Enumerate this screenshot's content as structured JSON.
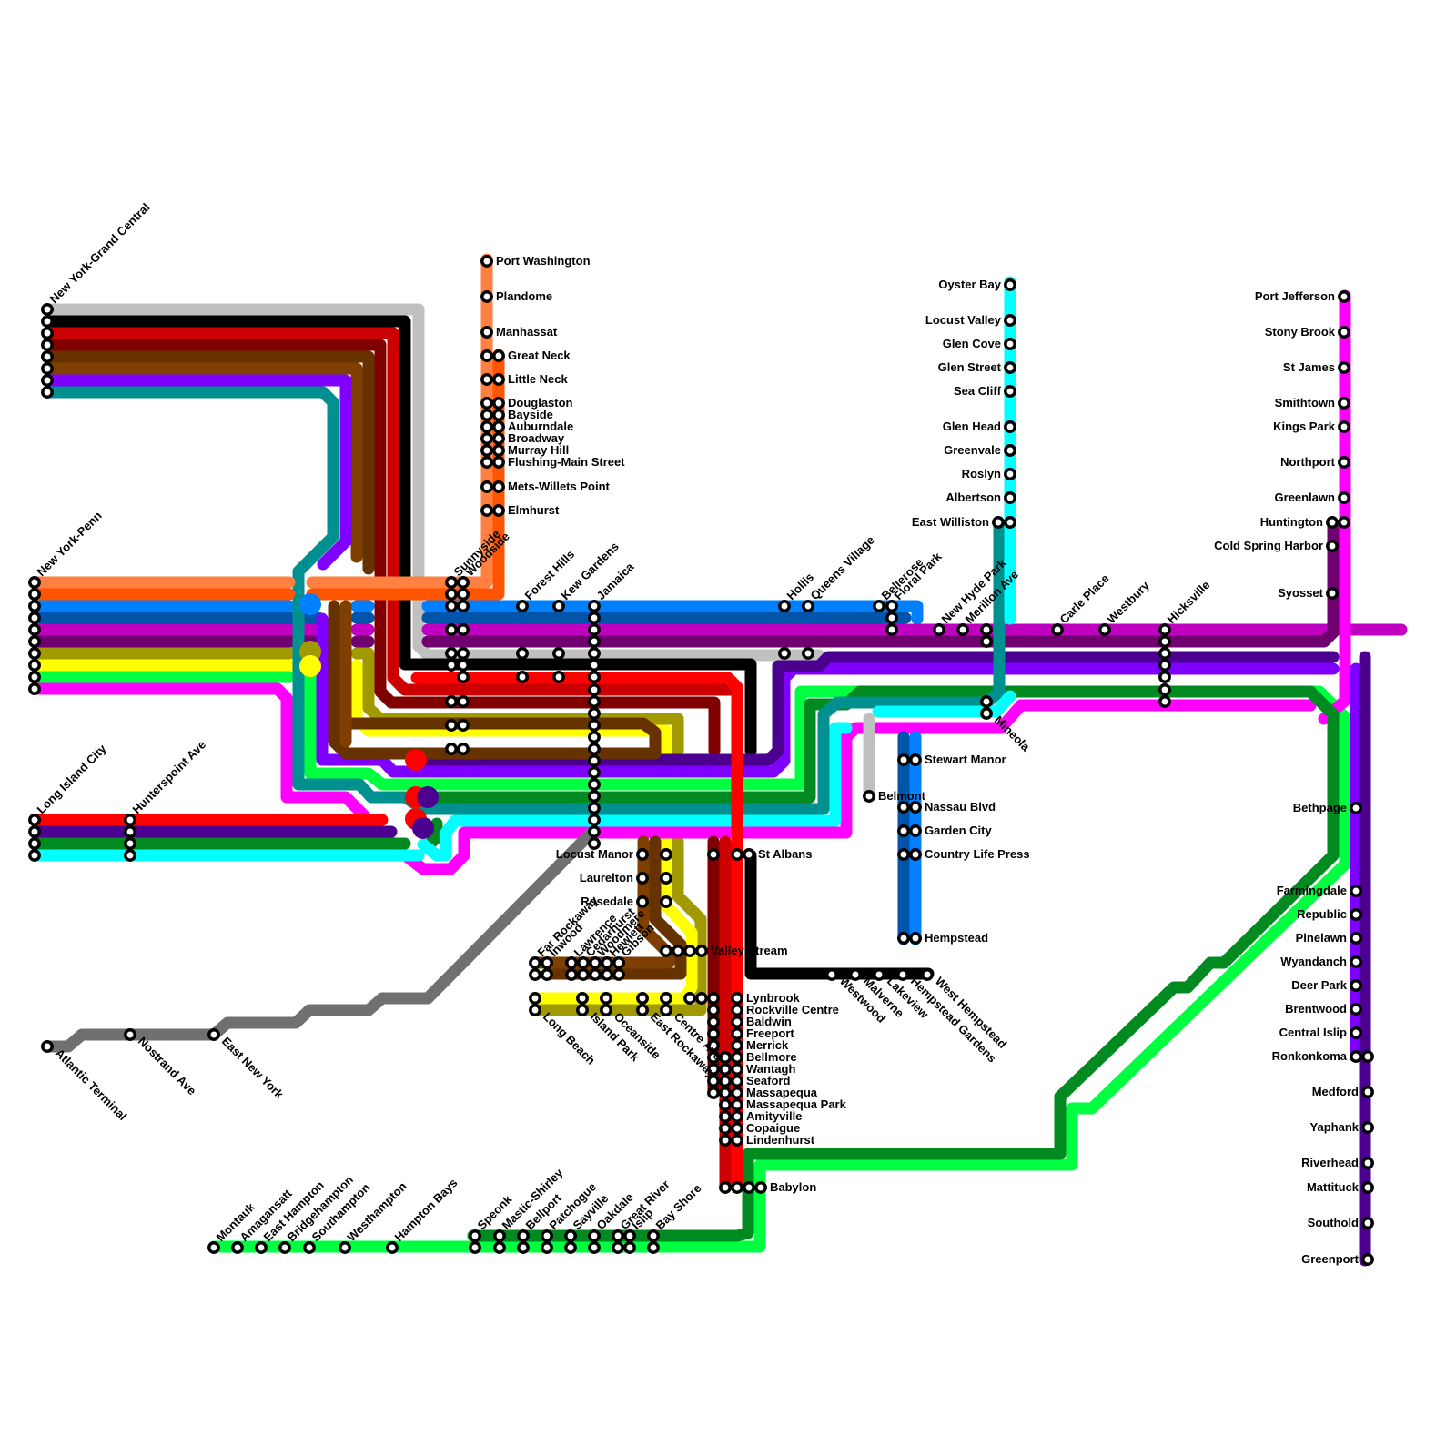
{
  "title": "Long Island Rail Road network map",
  "colors": {
    "background": "#ffffff",
    "station_fill": "#ffffff",
    "station_stroke": "#000000",
    "label": "#000000"
  },
  "lines": [
    {
      "id": "silver",
      "color": "#c0c0c0"
    },
    {
      "id": "black",
      "color": "#000000"
    },
    {
      "id": "red-crimson",
      "color": "#cc0000"
    },
    {
      "id": "maroon",
      "color": "#800000"
    },
    {
      "id": "brown-dark",
      "color": "#663300"
    },
    {
      "id": "brown",
      "color": "#7f3f00"
    },
    {
      "id": "violet",
      "color": "#8000ff"
    },
    {
      "id": "teal",
      "color": "#009090"
    },
    {
      "id": "orange-light",
      "color": "#ff8040"
    },
    {
      "id": "orange",
      "color": "#ff5500"
    },
    {
      "id": "blue",
      "color": "#0080ff"
    },
    {
      "id": "blue-dark",
      "color": "#0055aa"
    },
    {
      "id": "magenta-purple",
      "color": "#c000c0"
    },
    {
      "id": "plum",
      "color": "#700070"
    },
    {
      "id": "olive",
      "color": "#a09a00"
    },
    {
      "id": "yellow",
      "color": "#ffff00"
    },
    {
      "id": "lime",
      "color": "#00ff40"
    },
    {
      "id": "magenta",
      "color": "#ff00ff"
    },
    {
      "id": "red",
      "color": "#ff0000"
    },
    {
      "id": "indigo",
      "color": "#4b0090"
    },
    {
      "id": "green",
      "color": "#008a20"
    },
    {
      "id": "cyan",
      "color": "#00ffff"
    },
    {
      "id": "gray",
      "color": "#707070"
    }
  ],
  "stations": [
    {
      "name": "New York-Grand Central",
      "terminal": true
    },
    {
      "name": "New York-Penn",
      "terminal": true
    },
    {
      "name": "Long Island City",
      "terminal": true
    },
    {
      "name": "Hunterspoint Ave"
    },
    {
      "name": "Atlantic Terminal",
      "terminal": true
    },
    {
      "name": "Nostrand Ave"
    },
    {
      "name": "East New York"
    },
    {
      "name": "Port Washington",
      "terminal": true
    },
    {
      "name": "Plandome"
    },
    {
      "name": "Manhassat"
    },
    {
      "name": "Great Neck"
    },
    {
      "name": "Little Neck"
    },
    {
      "name": "Douglaston"
    },
    {
      "name": "Bayside"
    },
    {
      "name": "Auburndale"
    },
    {
      "name": "Broadway"
    },
    {
      "name": "Murray Hill"
    },
    {
      "name": "Flushing-Main Street"
    },
    {
      "name": "Mets-Willets Point"
    },
    {
      "name": "Elmhurst"
    },
    {
      "name": "Sunnyside"
    },
    {
      "name": "Woodside"
    },
    {
      "name": "Forest Hills"
    },
    {
      "name": "Kew Gardens"
    },
    {
      "name": "Jamaica"
    },
    {
      "name": "Hollis"
    },
    {
      "name": "Queens Village"
    },
    {
      "name": "Bellerose"
    },
    {
      "name": "Floral Park"
    },
    {
      "name": "New Hyde Park"
    },
    {
      "name": "Merillon Ave"
    },
    {
      "name": "Carle Place"
    },
    {
      "name": "Westbury"
    },
    {
      "name": "Hicksville"
    },
    {
      "name": "Mineola"
    },
    {
      "name": "Oyster Bay",
      "terminal": true
    },
    {
      "name": "Locust Valley"
    },
    {
      "name": "Glen Cove"
    },
    {
      "name": "Glen Street"
    },
    {
      "name": "Sea Cliff"
    },
    {
      "name": "Glen Head"
    },
    {
      "name": "Greenvale"
    },
    {
      "name": "Roslyn"
    },
    {
      "name": "Albertson"
    },
    {
      "name": "East Williston"
    },
    {
      "name": "Port Jefferson",
      "terminal": true
    },
    {
      "name": "Stony Brook"
    },
    {
      "name": "St James"
    },
    {
      "name": "Smithtown"
    },
    {
      "name": "Kings Park"
    },
    {
      "name": "Northport"
    },
    {
      "name": "Greenlawn"
    },
    {
      "name": "Huntington"
    },
    {
      "name": "Cold Spring Harbor"
    },
    {
      "name": "Syosset"
    },
    {
      "name": "Stewart Manor"
    },
    {
      "name": "Belmont",
      "terminal": true
    },
    {
      "name": "Nassau Blvd"
    },
    {
      "name": "Garden City"
    },
    {
      "name": "Country Life Press"
    },
    {
      "name": "Hempstead",
      "terminal": true
    },
    {
      "name": "Bethpage"
    },
    {
      "name": "Farmingdale"
    },
    {
      "name": "Republic"
    },
    {
      "name": "Pinelawn"
    },
    {
      "name": "Wyandanch"
    },
    {
      "name": "Deer Park"
    },
    {
      "name": "Brentwood"
    },
    {
      "name": "Central Islip"
    },
    {
      "name": "Ronkonkoma"
    },
    {
      "name": "Medford"
    },
    {
      "name": "Yaphank"
    },
    {
      "name": "Riverhead"
    },
    {
      "name": "Mattituck"
    },
    {
      "name": "Southold"
    },
    {
      "name": "Greenport",
      "terminal": true
    },
    {
      "name": "Locust Manor"
    },
    {
      "name": "Laurelton"
    },
    {
      "name": "Rosedale"
    },
    {
      "name": "St Albans"
    },
    {
      "name": "Far Rockaway",
      "terminal": true
    },
    {
      "name": "Inwood"
    },
    {
      "name": "Lawrence"
    },
    {
      "name": "Cedarhurst"
    },
    {
      "name": "Woodmere"
    },
    {
      "name": "Hewlett"
    },
    {
      "name": "Gibson"
    },
    {
      "name": "Valley Stream"
    },
    {
      "name": "Long Beach",
      "terminal": true
    },
    {
      "name": "Island Park"
    },
    {
      "name": "Oceanside"
    },
    {
      "name": "East Rockaway"
    },
    {
      "name": "Centre Ave"
    },
    {
      "name": "Westwood"
    },
    {
      "name": "Malverne"
    },
    {
      "name": "Lakeview"
    },
    {
      "name": "Hempstead Gardens"
    },
    {
      "name": "West Hempstead",
      "terminal": true
    },
    {
      "name": "Lynbrook"
    },
    {
      "name": "Rockville Centre"
    },
    {
      "name": "Baldwin"
    },
    {
      "name": "Freeport"
    },
    {
      "name": "Merrick"
    },
    {
      "name": "Bellmore"
    },
    {
      "name": "Wantagh"
    },
    {
      "name": "Seaford"
    },
    {
      "name": "Massapequa"
    },
    {
      "name": "Massapequa Park"
    },
    {
      "name": "Amityville"
    },
    {
      "name": "Copaigue"
    },
    {
      "name": "Lindenhurst"
    },
    {
      "name": "Babylon"
    },
    {
      "name": "Bay Shore"
    },
    {
      "name": "Islip"
    },
    {
      "name": "Great River"
    },
    {
      "name": "Oakdale"
    },
    {
      "name": "Sayville"
    },
    {
      "name": "Patchogue"
    },
    {
      "name": "Bellport"
    },
    {
      "name": "Mastic-Shirley"
    },
    {
      "name": "Speonk"
    },
    {
      "name": "Hampton Bays"
    },
    {
      "name": "Westhampton"
    },
    {
      "name": "Southampton"
    },
    {
      "name": "Bridgehampton"
    },
    {
      "name": "East Hampton"
    },
    {
      "name": "Amagansatt"
    },
    {
      "name": "Montauk",
      "terminal": true
    }
  ]
}
